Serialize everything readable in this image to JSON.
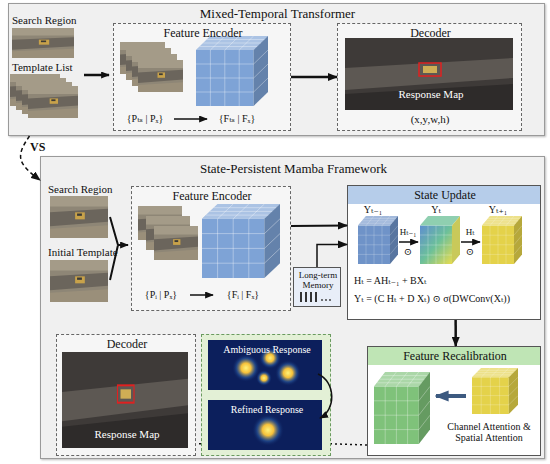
{
  "diagram": {
    "nodes": [
      {
        "text": [
          "Mixed-Temporal Transformer"
        ]
      },
      {
        "text": [
          "Feature Encoder"
        ],
        "in": 0
      },
      {
        "text": [
          "Decoder",
          "Response Map"
        ],
        "in": 0
      },
      {
        "text": [
          "State-Persistent Mamba Framework"
        ]
      },
      {
        "text": [
          "Feature Encoder"
        ],
        "in": 3
      },
      {
        "text": [
          "Long-term Memory"
        ],
        "in": 3
      },
      {
        "text": [
          "State Update"
        ],
        "in": 3
      },
      {
        "text": [
          "Feature Recalibration",
          "Channel Attention & Spatial Attention"
        ],
        "in": 3
      },
      {
        "text": [
          "Ambiguous Response",
          "Refined Response"
        ],
        "in": 3
      },
      {
        "text": [
          "Decoder",
          "Response Map"
        ],
        "in": 3
      }
    ],
    "edges": [
      {
        "from": 1,
        "to": 2,
        "arrow": "to"
      },
      {
        "from": 0,
        "to": 3,
        "label": "VS",
        "arrow": "to"
      },
      {
        "from": 4,
        "to": 6,
        "arrow": "to"
      },
      {
        "from": 5,
        "to": 6,
        "arrow": "to"
      },
      {
        "from": 6,
        "to": 7,
        "arrow": "to"
      },
      {
        "from": 7,
        "to": 8,
        "arrow": "none"
      },
      {
        "from": 8,
        "to": 9,
        "arrow": "none"
      }
    ],
    "labels": [
      "Search Region",
      "Template List",
      "(x,y,w,h)",
      "Search Region",
      "Initial Template",
      "Yₜ₋₁",
      "Yₜ",
      "Yₜ₊₁",
      "Hₜ₋₁",
      "Hₜ",
      "⊙",
      "⊙",
      "Hₜ = AHₜ₋₁ + BXₜ",
      "Yₜ = (C Hₜ + D Xₜ) ⊙ σ(DWConv(Xₜ))",
      "{Pₜₛ | Pₓ}",
      "{Fₜₛ | Fₓ}",
      "{Pᵢ | Pₓ}",
      "{Fᵢ | Fₓ}"
    ]
  }
}
